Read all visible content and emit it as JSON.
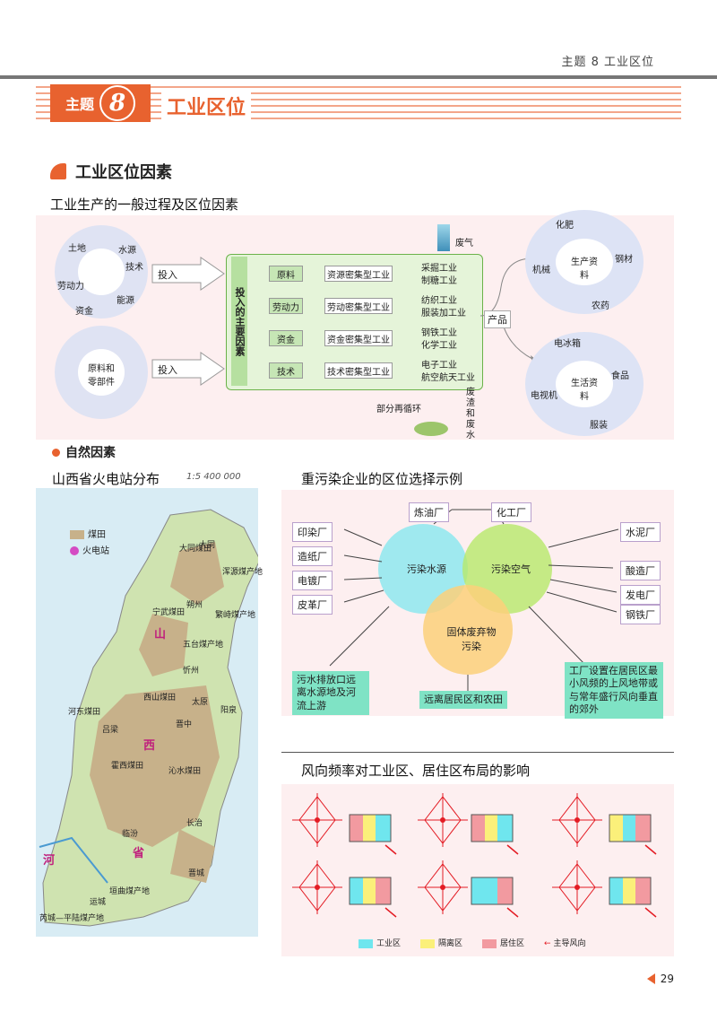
{
  "header": {
    "running_title": "主题 8   工业区位"
  },
  "banner": {
    "prefix": "主题",
    "number": "8",
    "title": "工业区位"
  },
  "section": {
    "title": "工业区位因素"
  },
  "process": {
    "title": "工业生产的一般过程及区位因素",
    "left_top_items": [
      "土地",
      "水源",
      "技术",
      "劳动力",
      "能源",
      "资金"
    ],
    "left_bottom_label": "原料和零部件",
    "input_label": "投入",
    "central_title": "投入的主要因素",
    "rows": [
      {
        "factor": "原料",
        "type": "资源密集型工业",
        "examples": [
          "采掘工业",
          "制糖工业"
        ]
      },
      {
        "factor": "劳动力",
        "type": "劳动密集型工业",
        "examples": [
          "纺织工业",
          "服装加工业"
        ]
      },
      {
        "factor": "资金",
        "type": "资金密集型工业",
        "examples": [
          "钢铁工业",
          "化学工业"
        ]
      },
      {
        "factor": "技术",
        "type": "技术密集型工业",
        "examples": [
          "电子工业",
          "航空航天工业"
        ]
      }
    ],
    "waste_gas": "废气",
    "waste_residue": "废渣和废水",
    "recycle": "部分再循环",
    "product_label": "产品",
    "production_center": "生产资料",
    "production_items": [
      "化肥",
      "钢材",
      "机械",
      "农药"
    ],
    "living_center": "生活资料",
    "living_items": [
      "电冰箱",
      "食品",
      "电视机",
      "服装"
    ]
  },
  "natural": {
    "title": "自然因素"
  },
  "map": {
    "title": "山西省火电站分布",
    "scale": "1:5 400 000",
    "legend": [
      "煤田",
      "火电站"
    ],
    "labels": [
      "大同",
      "大同煤田",
      "浑源煤产地",
      "朔州",
      "繁峙煤产地",
      "宁武煤田",
      "五台煤产地",
      "忻州",
      "山",
      "太原",
      "西山煤田",
      "晋中",
      "阳泉",
      "吕梁",
      "河东煤田",
      "西",
      "沁水煤田",
      "霍西煤田",
      "临汾",
      "长治",
      "省",
      "晋城",
      "垣曲煤产地",
      "运城",
      "芮城—平陆煤产地",
      "河"
    ]
  },
  "pollution": {
    "title": "重污染企业的区位选择示例",
    "top": [
      "炼油厂",
      "化工厂"
    ],
    "left": [
      "印染厂",
      "造纸厂",
      "电镀厂",
      "皮革厂"
    ],
    "right": [
      "水泥厂",
      "酸造厂",
      "发电厂",
      "钢铁厂"
    ],
    "circles": [
      "污染水源",
      "污染空气",
      "固体废弃物污染"
    ],
    "outcomes": [
      "污水排放口远离水源地及河流上游",
      "远离居民区和农田",
      "工厂设置在居民区最小风频的上风地带或与常年盛行风向垂直的郊外"
    ]
  },
  "wind": {
    "title": "风向频率对工业区、居住区布局的影响",
    "legend": [
      "工业区",
      "隔离区",
      "居住区",
      "主导风向"
    ],
    "colors": {
      "industry": "#6fe6ee",
      "buffer": "#fbf07a",
      "residential": "#f29aa0",
      "arrow": "#e31b23"
    }
  },
  "footer": {
    "page": "29"
  }
}
